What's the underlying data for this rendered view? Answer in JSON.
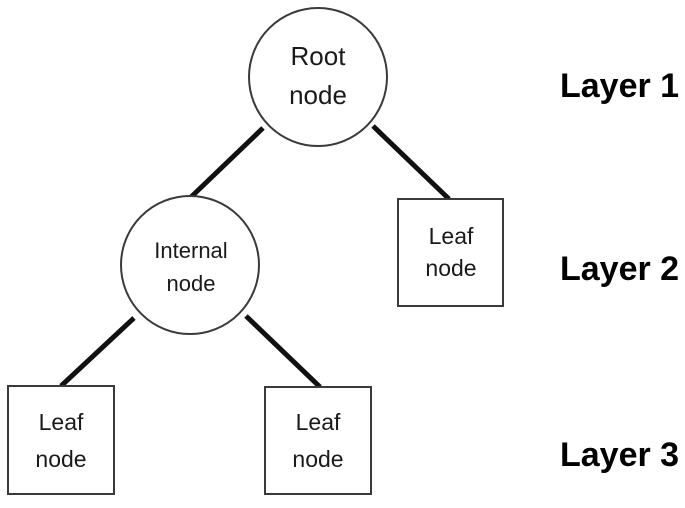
{
  "nodes": {
    "root": {
      "line1": "Root",
      "line2": "node"
    },
    "internal": {
      "line1": "Internal",
      "line2": "node"
    },
    "leaf_l2": {
      "line1": "Leaf",
      "line2": "node"
    },
    "leaf_l3_left": {
      "line1": "Leaf",
      "line2": "node"
    },
    "leaf_l3_right": {
      "line1": "Leaf",
      "line2": "node"
    }
  },
  "layers": [
    "Layer 1",
    "Layer 2",
    "Layer 3"
  ]
}
